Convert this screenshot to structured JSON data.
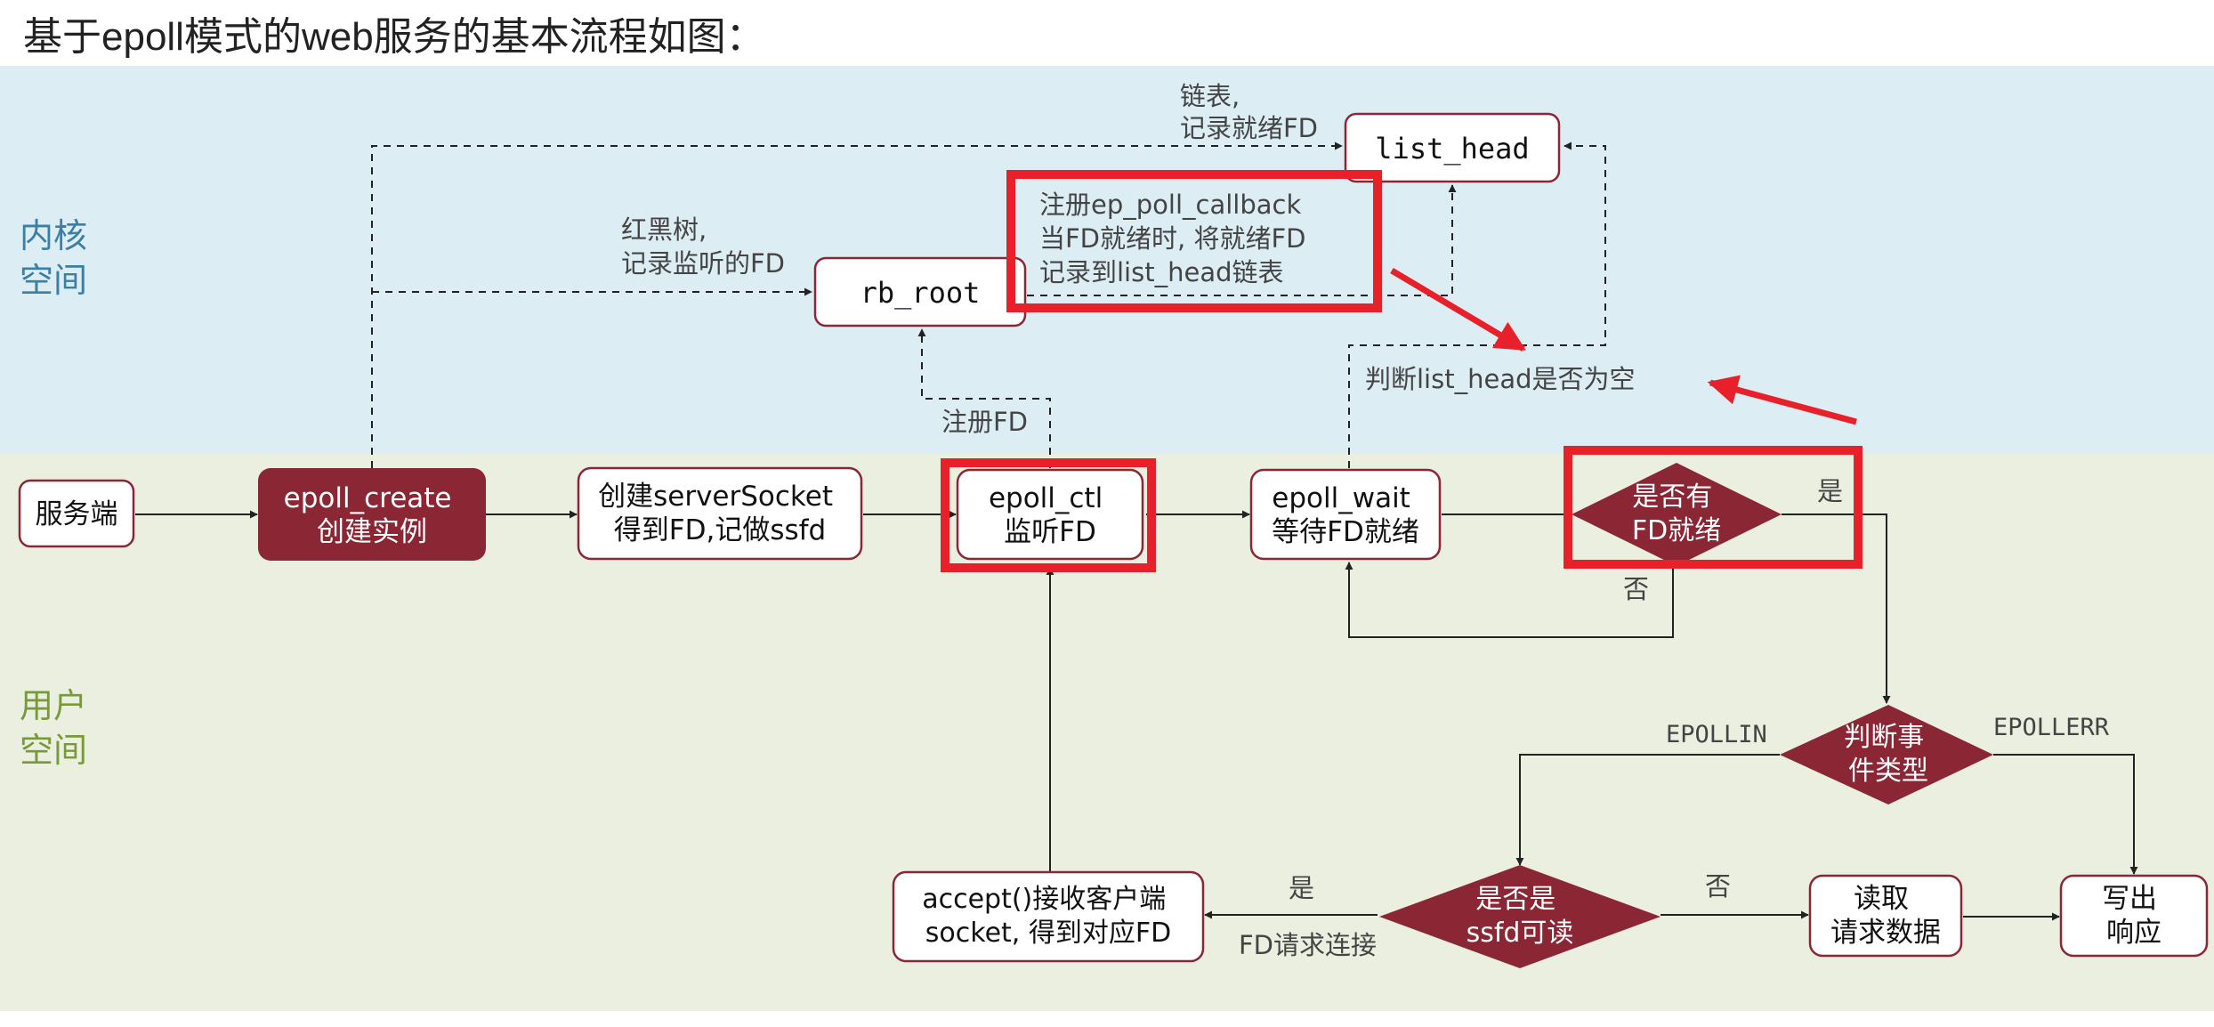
{
  "heading": "基于epoll模式的web服务的基本流程如图：",
  "regions": {
    "kernel": [
      "内核",
      "空间"
    ],
    "user": [
      "用户",
      "空间"
    ]
  },
  "nodes": {
    "server": [
      "服务端"
    ],
    "epoll_create": [
      "epoll_create",
      "创建实例"
    ],
    "create_socket": [
      "创建serverSocket",
      "得到FD,记做ssfd"
    ],
    "epoll_ctl": [
      "epoll_ctl",
      "监听FD"
    ],
    "epoll_wait": [
      "epoll_wait",
      "等待FD就绪"
    ],
    "is_ready": [
      "是否有",
      "FD就绪"
    ],
    "event_type": [
      "判断事",
      "件类型"
    ],
    "is_ssfd": [
      "是否是",
      "ssfd可读"
    ],
    "accept": [
      "accept()接收客户端",
      "socket, 得到对应FD"
    ],
    "read": [
      "读取",
      "请求数据"
    ],
    "write": [
      "写出",
      "响应"
    ],
    "rb_root": [
      "rb_root"
    ],
    "list_head": [
      "list_head"
    ]
  },
  "labels": {
    "linked_list": [
      "链表,",
      "记录就绪FD"
    ],
    "rb_tree": [
      "红黑树,",
      "记录监听的FD"
    ],
    "callback": [
      "注册ep_poll_callback",
      "当FD就绪时, 将就绪FD",
      "记录到list_head链表"
    ],
    "register_fd": "注册FD",
    "check_list": "判断list_head是否为空",
    "yes_ready": "是",
    "no_ready": "否",
    "epollin": "EPOLLIN",
    "epollerr": "EPOLLERR",
    "yes_ssfd": "是",
    "fd_conn": "FD请求连接",
    "no_ssfd": "否"
  },
  "colors": {
    "kernel_bg": "#dcedf4",
    "user_bg": "#eaefe0",
    "accent": "#8b2635",
    "highlight": "#e8202a",
    "kernel_label": "#3c7fa6",
    "user_label": "#7a9a3a"
  }
}
